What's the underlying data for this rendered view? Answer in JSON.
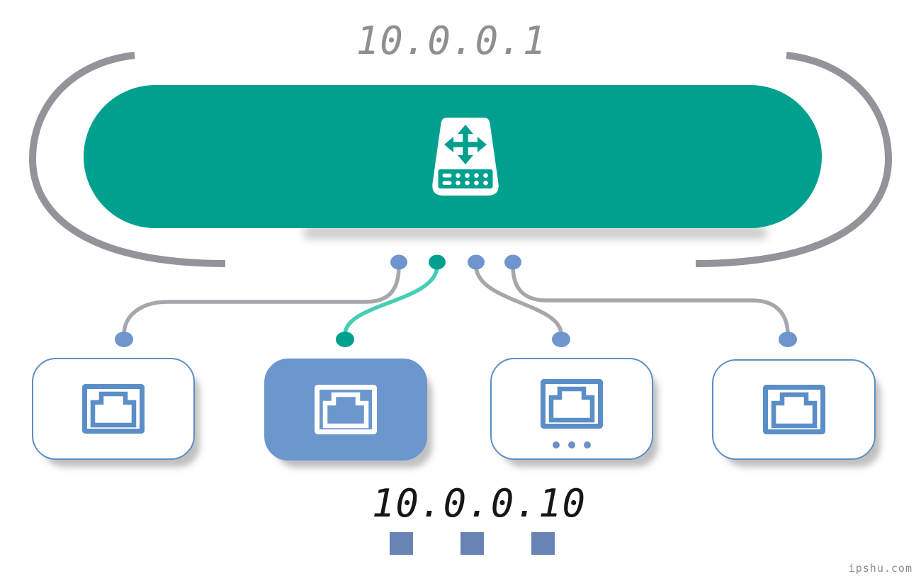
{
  "router": {
    "ip_label": "10.0.0.1",
    "icon": "network-switch-icon",
    "node_color": "#00a08f"
  },
  "client": {
    "ip_label": "10.0.0.10"
  },
  "ports": [
    {
      "name": "port-1",
      "dot_color": "#6e95cd",
      "link_color": "#a6a6ac",
      "active": false
    },
    {
      "name": "port-2",
      "dot_color": "#00a08f",
      "link_color": "#46cdb5",
      "active": true
    },
    {
      "name": "port-3",
      "dot_color": "#6e95cd",
      "link_color": "#a6a6ac",
      "active": false
    },
    {
      "name": "port-4",
      "dot_color": "#6e95cd",
      "link_color": "#a6a6ac",
      "active": false
    }
  ],
  "devices": [
    {
      "name": "device-1",
      "icon": "ethernet-port-icon",
      "highlighted": false,
      "has_ellipsis": false
    },
    {
      "name": "device-2",
      "icon": "ethernet-port-icon",
      "highlighted": true,
      "has_ellipsis": false
    },
    {
      "name": "device-3",
      "icon": "ethernet-port-icon",
      "highlighted": false,
      "has_ellipsis": true
    },
    {
      "name": "device-4",
      "icon": "ethernet-port-icon",
      "highlighted": false,
      "has_ellipsis": false
    }
  ],
  "footer": {
    "squares_count": 3,
    "square_color": "#6784b4"
  },
  "colors": {
    "teal": "#00a08f",
    "teal_light": "#46cdb5",
    "device_blue_fill": "#6b97ce",
    "device_blue_border": "#5b8ec6",
    "bracket_gray": "#939399",
    "link_gray": "#a6a6ac",
    "top_label_gray": "#8f8f8f",
    "bottom_label_dark": "#161616"
  },
  "watermark": "ipshu.com"
}
